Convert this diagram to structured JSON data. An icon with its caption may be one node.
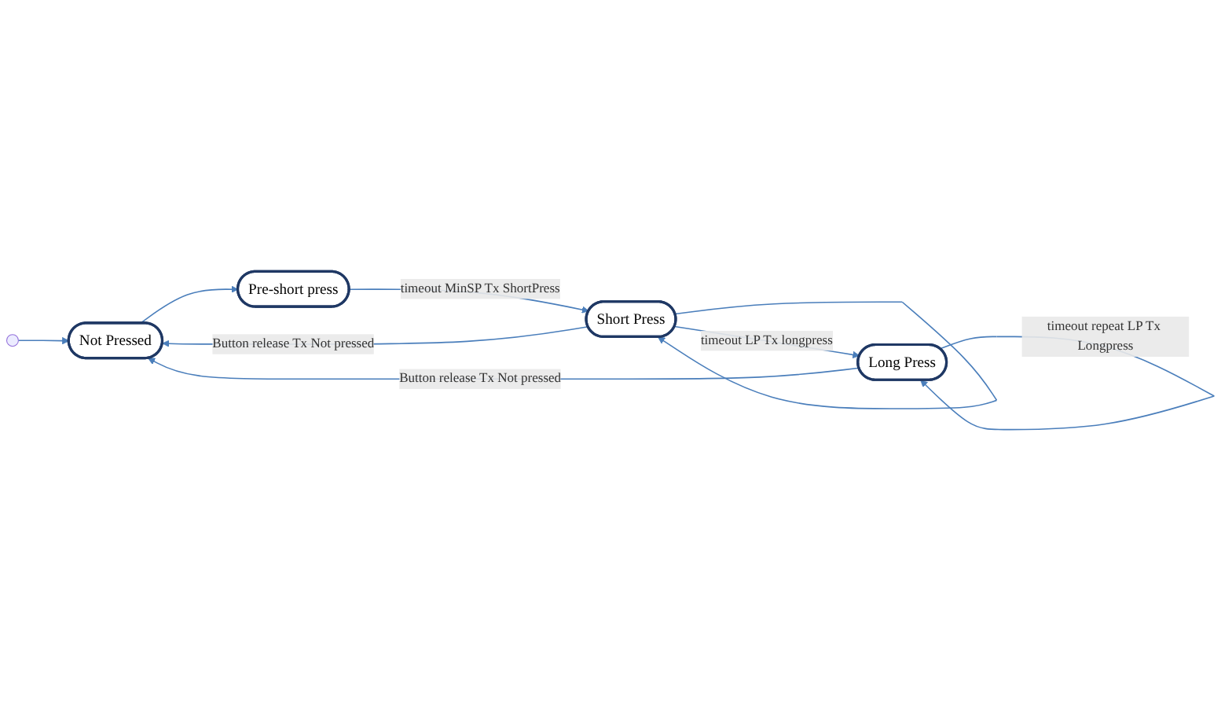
{
  "diagram": {
    "nodes": [
      {
        "text": [],
        "shape": "circle"
      },
      {
        "text": [
          "Not Pressed"
        ]
      },
      {
        "text": [
          "Pre-short press"
        ]
      },
      {
        "text": [
          "Long Press"
        ]
      },
      {
        "text": [
          "Short Press"
        ]
      }
    ],
    "edges": [
      {
        "from": 0,
        "to": 1,
        "arrow": "to"
      },
      {
        "from": 1,
        "to": 2,
        "arrow": "to"
      },
      {
        "from": 2,
        "to": 4,
        "arrow": "to",
        "label": "timeout MinSP Tx ShortPress"
      },
      {
        "from": 4,
        "to": 1,
        "arrow": "to",
        "label": "Button release Tx Not pressed"
      },
      {
        "from": 3,
        "to": 1,
        "arrow": "to",
        "label": "Button release Tx Not pressed"
      },
      {
        "from": 4,
        "to": 3,
        "arrow": "to",
        "label": "timeout LP Tx longpress"
      },
      {
        "from": 3,
        "to": 3,
        "arrow": "to",
        "label": "timeout repeat LP Tx Longpress"
      },
      {
        "from": 4,
        "to": 4,
        "arrow": "to"
      }
    ]
  }
}
